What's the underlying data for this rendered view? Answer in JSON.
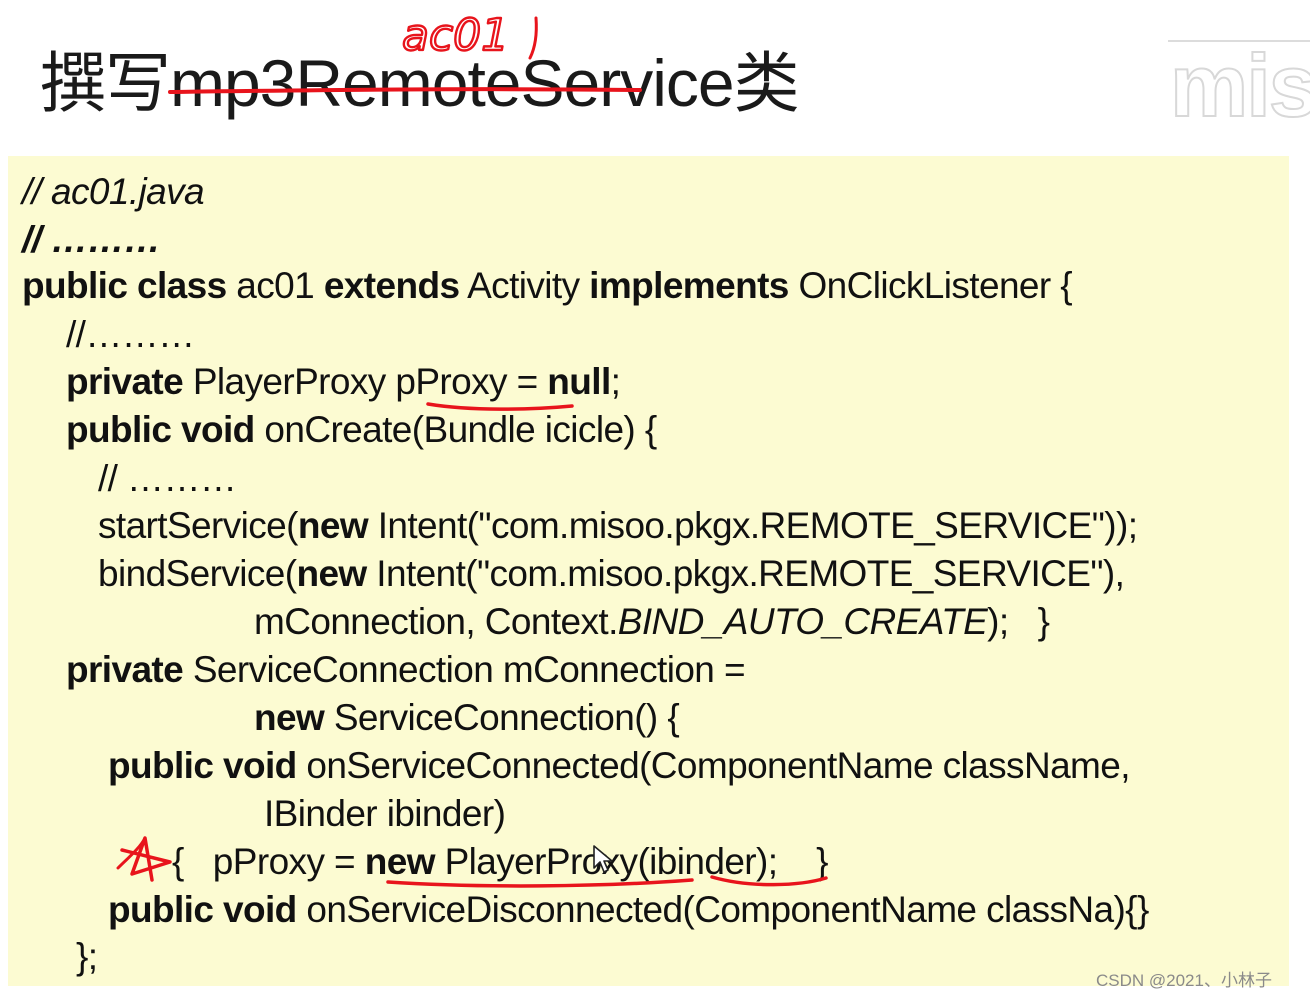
{
  "title": {
    "prefix": "撰写",
    "struck_text": "mp3RemoteService",
    "suffix": "类",
    "handwritten_correction": "ac01"
  },
  "logo": {
    "text": "mis"
  },
  "code": {
    "l1": "// ac01.java",
    "l2": "// ………",
    "l3": {
      "a": "public class",
      "b": " ac01 ",
      "c": "extends",
      "d": " Activity ",
      "e": "implements",
      "f": " OnClickListener {"
    },
    "l4": "//………",
    "l5": {
      "a": "private",
      "b": " PlayerProxy pProxy = ",
      "c": "null",
      "d": ";"
    },
    "l6": {
      "a": "public void",
      "b": " onCreate(Bundle icicle) {"
    },
    "l7": "// ………",
    "l8": {
      "a": "startService(",
      "b": "new",
      "c": " Intent(\"com.misoo.pkgx.REMOTE_SERVICE\"));"
    },
    "l9": {
      "a": "bindService(",
      "b": "new",
      "c": " Intent(\"com.misoo.pkgx.REMOTE_SERVICE\"),"
    },
    "l10": {
      "a": "mConnection, Context.",
      "b": "BIND_AUTO_CREATE",
      "c": ");   }"
    },
    "l11": {
      "a": "private",
      "b": " ServiceConnection mConnection ="
    },
    "l12": {
      "a": "new",
      "b": " ServiceConnection() {"
    },
    "l13": {
      "a": "public void",
      "b": " onServiceConnected(ComponentName className,"
    },
    "l14": "IBinder ibinder)",
    "l15": {
      "a": "{   pProxy = ",
      "b": "new",
      "c": " PlayerProxy(ibinder);    }"
    },
    "l16": {
      "a": "public void",
      "b": " onServiceDisconnected(ComponentName classNa){}"
    },
    "l17": "};"
  },
  "annotation_color": "#e8141c",
  "code_background": "#fcfbd2",
  "credit": "CSDN @2021、小林子"
}
